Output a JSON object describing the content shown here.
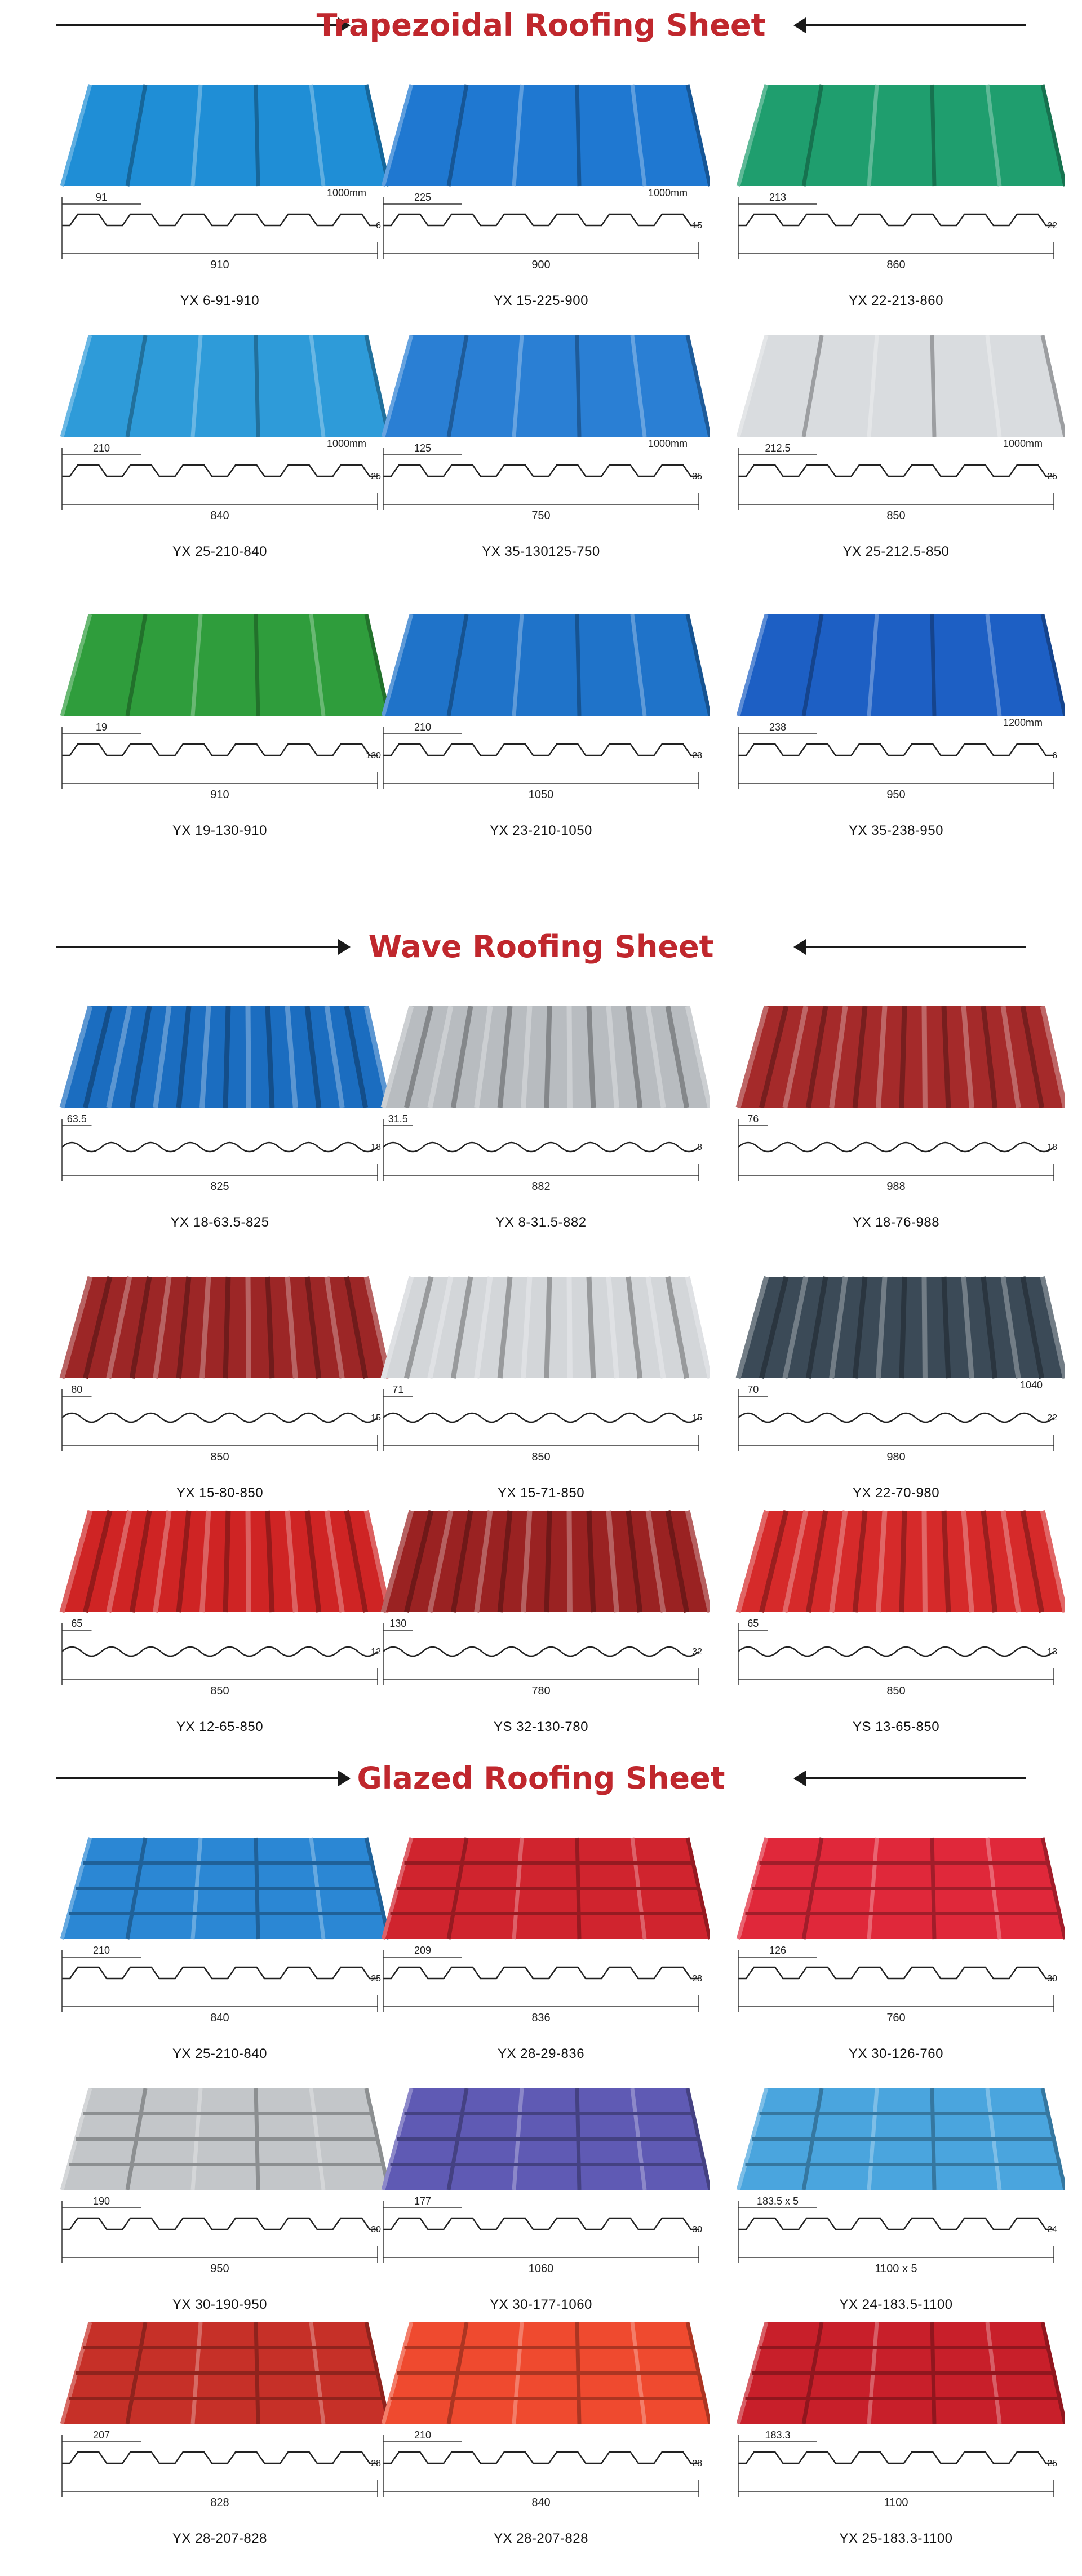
{
  "sections": [
    {
      "title": "Trapezoidal Roofing Sheet",
      "items": [
        {
          "code": "YX 6-91-910",
          "color": "#1f8ed6",
          "profile": "trap",
          "dims": [
            "91",
            "910",
            "6"
          ],
          "extra": "1000mm"
        },
        {
          "code": "YX 15-225-900",
          "color": "#1f78d1",
          "profile": "trap",
          "dims": [
            "225",
            "900",
            "15"
          ],
          "extra": "1000mm"
        },
        {
          "code": "YX 22-213-860",
          "color": "#1f9e6e",
          "profile": "trap",
          "dims": [
            "213",
            "860",
            "22"
          ],
          "extra": ""
        },
        {
          "code": "YX 25-210-840",
          "color": "#2e9bd9",
          "profile": "trap",
          "dims": [
            "210",
            "840",
            "25"
          ],
          "extra": "1000mm"
        },
        {
          "code": "YX 35-130125-750",
          "color": "#2a7fd4",
          "profile": "trap",
          "dims": [
            "125",
            "750",
            "35"
          ],
          "extra": "1000mm"
        },
        {
          "code": "YX 25-212.5-850",
          "color": "#d9dcdf",
          "profile": "trap",
          "dims": [
            "212.5",
            "850",
            "25"
          ],
          "extra": "1000mm"
        },
        {
          "code": "YX 19-130-910",
          "color": "#2f9d3c",
          "profile": "trap",
          "dims": [
            "19",
            "910",
            "130"
          ],
          "extra": ""
        },
        {
          "code": "YX 23-210-1050",
          "color": "#1f73c9",
          "profile": "trap",
          "dims": [
            "210",
            "1050",
            "23"
          ],
          "extra": ""
        },
        {
          "code": "YX 35-238-950",
          "color": "#1d5fc4",
          "profile": "trap",
          "dims": [
            "238",
            "950",
            "6"
          ],
          "extra": "1200mm"
        }
      ]
    },
    {
      "title": "Wave Roofing Sheet",
      "items": [
        {
          "code": "YX 18-63.5-825",
          "color": "#1b6dc0",
          "profile": "wave",
          "dims": [
            "63.5",
            "825",
            "18"
          ],
          "extra": ""
        },
        {
          "code": "YX 8-31.5-882",
          "color": "#b8bcc0",
          "profile": "wave",
          "dims": [
            "31.5",
            "882",
            "8"
          ],
          "extra": ""
        },
        {
          "code": "YX 18-76-988",
          "color": "#a52a2a",
          "profile": "wave",
          "dims": [
            "76",
            "988",
            "18"
          ],
          "extra": ""
        },
        {
          "code": "YX 15-80-850",
          "color": "#9c2626",
          "profile": "wave",
          "dims": [
            "80",
            "850",
            "15"
          ],
          "extra": ""
        },
        {
          "code": "YX 15-71-850",
          "color": "#d3d6d9",
          "profile": "wave",
          "dims": [
            "71",
            "850",
            "15"
          ],
          "extra": ""
        },
        {
          "code": "YX 22-70-980",
          "color": "#3b4a57",
          "profile": "wave",
          "dims": [
            "70",
            "980",
            "22"
          ],
          "extra": "1040"
        },
        {
          "code": "YX 12-65-850",
          "color": "#cf2424",
          "profile": "wave",
          "dims": [
            "65",
            "850",
            "12"
          ],
          "extra": ""
        },
        {
          "code": "YS 32-130-780",
          "color": "#9a2222",
          "profile": "wave",
          "dims": [
            "130",
            "780",
            "32"
          ],
          "extra": ""
        },
        {
          "code": "YS  13-65-850",
          "color": "#d62a2a",
          "profile": "wave",
          "dims": [
            "65",
            "850",
            "13"
          ],
          "extra": ""
        }
      ]
    },
    {
      "title": "Glazed Roofing Sheet",
      "items": [
        {
          "code": "YX 25-210-840",
          "color": "#2b87d4",
          "profile": "glazed",
          "dims": [
            "210",
            "840",
            "25"
          ],
          "extra": ""
        },
        {
          "code": "YX 28-29-836",
          "color": "#d0242e",
          "profile": "glazed",
          "dims": [
            "209",
            "836",
            "28"
          ],
          "extra": ""
        },
        {
          "code": "YX 30-126-760",
          "color": "#e0283a",
          "profile": "glazed",
          "dims": [
            "126",
            "760",
            "30"
          ],
          "extra": ""
        },
        {
          "code": "YX 30-190-950",
          "color": "#c3c6c9",
          "profile": "glazed",
          "dims": [
            "190",
            "950",
            "30"
          ],
          "extra": ""
        },
        {
          "code": "YX 30-177-1060",
          "color": "#5f5ab4",
          "profile": "glazed",
          "dims": [
            "177",
            "1060",
            "30"
          ],
          "extra": ""
        },
        {
          "code": "YX 24-183.5-1100",
          "color": "#4aa5de",
          "profile": "glazed",
          "dims": [
            "183.5 x 5",
            "1100 x 5",
            "24"
          ],
          "extra": ""
        },
        {
          "code": "YX 28-207-828",
          "color": "#c63028",
          "profile": "glazed",
          "dims": [
            "207",
            "828",
            "28"
          ],
          "extra": ""
        },
        {
          "code": "YX 28-207-828",
          "color": "#ef4a2f",
          "profile": "glazed",
          "dims": [
            "210",
            "840",
            "28"
          ],
          "extra": ""
        },
        {
          "code": "YX 25-183.3-1100",
          "color": "#c81f2a",
          "profile": "glazed",
          "dims": [
            "183.3",
            "1100",
            "25"
          ],
          "extra": ""
        }
      ]
    }
  ]
}
